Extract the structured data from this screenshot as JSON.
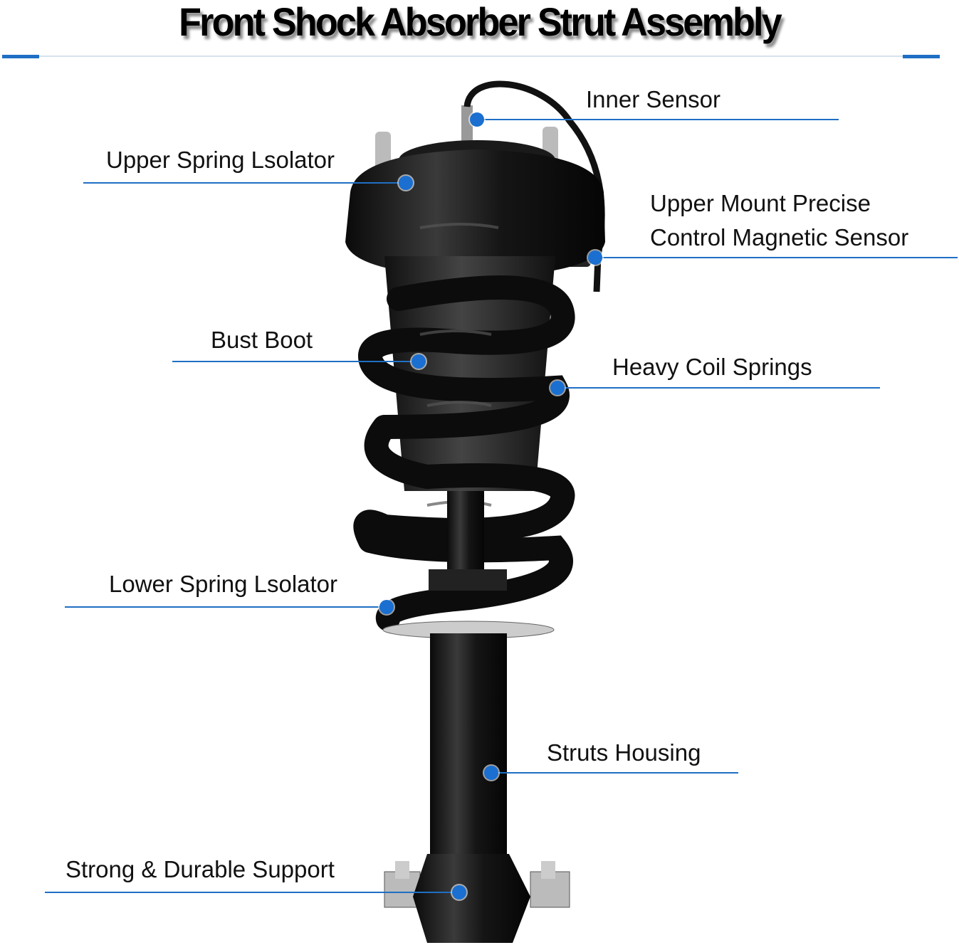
{
  "title": "Front Shock Absorber Strut Assembly",
  "accent_color": "#1f6fc4",
  "callouts": [
    {
      "id": "inner-sensor",
      "lines": [
        "Inner Sensor"
      ]
    },
    {
      "id": "upper-spring-isolator",
      "lines": [
        "Upper Spring Lsolator"
      ]
    },
    {
      "id": "upper-mount-sensor",
      "lines": [
        "Upper Mount Precise",
        "Control Magnetic Sensor"
      ]
    },
    {
      "id": "bust-boot",
      "lines": [
        "Bust Boot"
      ]
    },
    {
      "id": "heavy-coil-springs",
      "lines": [
        "Heavy Coil Springs"
      ]
    },
    {
      "id": "lower-spring-isolator",
      "lines": [
        "Lower Spring Lsolator"
      ]
    },
    {
      "id": "struts-housing",
      "lines": [
        "Struts Housing"
      ]
    },
    {
      "id": "strong-durable-support",
      "lines": [
        "Strong & Durable Support"
      ]
    }
  ]
}
